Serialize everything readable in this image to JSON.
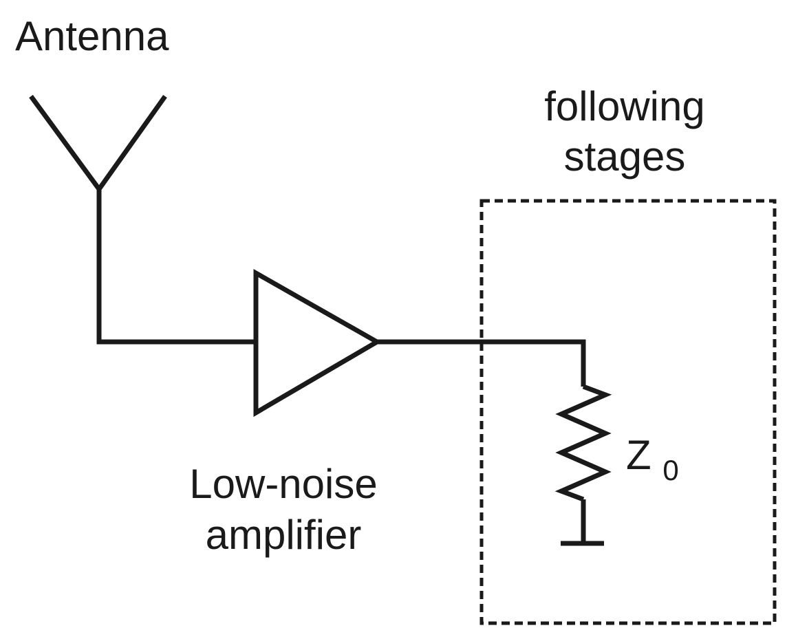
{
  "labels": {
    "antenna": "Antenna",
    "lna_line1": "Low-noise",
    "lna_line2": "amplifier",
    "stages_line1": "following",
    "stages_line2": "stages",
    "impedance_main": "Z",
    "impedance_sub": "0"
  },
  "colors": {
    "stroke": "#1a1a1a",
    "background": "#ffffff"
  }
}
